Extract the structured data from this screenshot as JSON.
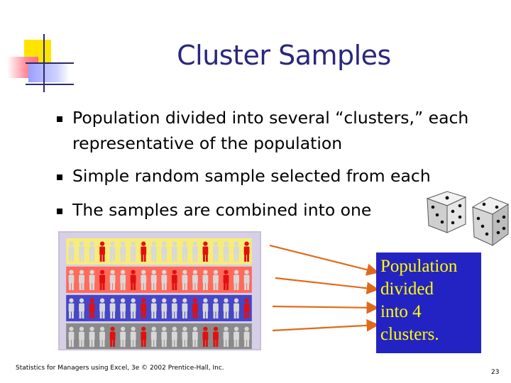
{
  "slide": {
    "title": "Cluster Samples",
    "bullets": [
      "Population divided into several “clusters,” each representative of the population",
      "Simple random sample selected from each",
      "The samples are combined into one"
    ],
    "callout": {
      "lines": [
        "Population",
        "divided",
        "into 4",
        "clusters."
      ]
    },
    "footer": "Statistics for Managers using Excel, 3e © 2002 Prentice-Hall, Inc.",
    "page_number": "23"
  },
  "clusters": [
    {
      "band_color": "#f6ec7a",
      "figures": [
        "g",
        "g",
        "g",
        "r",
        "g",
        "g",
        "g",
        "r",
        "g",
        "g",
        "g",
        "g",
        "g",
        "r",
        "g",
        "g",
        "g",
        "r"
      ]
    },
    {
      "band_color": "#ff6a5a",
      "figures": [
        "g",
        "g",
        "g",
        "r",
        "g",
        "g",
        "r",
        "g",
        "g",
        "g",
        "r",
        "g",
        "g",
        "g",
        "g",
        "r",
        "g",
        "g"
      ]
    },
    {
      "band_color": "#4646c8",
      "figures": [
        "g",
        "g",
        "r",
        "g",
        "g",
        "g",
        "g",
        "r",
        "g",
        "g",
        "g",
        "g",
        "r",
        "g",
        "g",
        "g",
        "g",
        "r"
      ]
    },
    {
      "band_color": "#8a8a8a",
      "figures": [
        "g",
        "g",
        "g",
        "g",
        "r",
        "g",
        "g",
        "r",
        "g",
        "g",
        "g",
        "g",
        "g",
        "r",
        "r",
        "g",
        "g",
        "g"
      ]
    }
  ],
  "colors": {
    "title": "#28287c",
    "callout_bg": "#2323c4",
    "callout_text": "#ffff00",
    "arrow": "#e06a1a",
    "figure_grey": "#d8d8d8",
    "figure_red": "#e01010"
  }
}
